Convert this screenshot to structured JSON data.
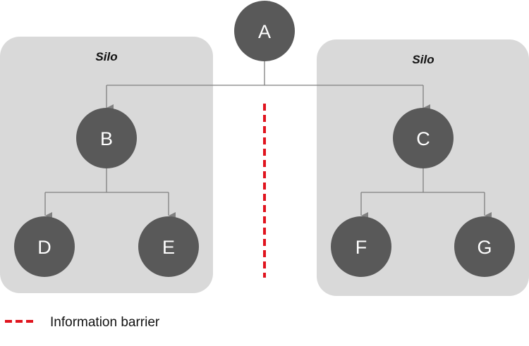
{
  "colors": {
    "silo_fill": "#d9d9d9",
    "node_fill": "#595959",
    "connector": "#808080",
    "barrier": "#e0141e"
  },
  "silos": [
    {
      "id": "left",
      "label": "Silo"
    },
    {
      "id": "right",
      "label": "Silo"
    }
  ],
  "nodes": [
    {
      "id": "A",
      "label": "A"
    },
    {
      "id": "B",
      "label": "B"
    },
    {
      "id": "C",
      "label": "C"
    },
    {
      "id": "D",
      "label": "D"
    },
    {
      "id": "E",
      "label": "E"
    },
    {
      "id": "F",
      "label": "F"
    },
    {
      "id": "G",
      "label": "G"
    }
  ],
  "edges": [
    {
      "from": "A",
      "to": "B"
    },
    {
      "from": "A",
      "to": "C"
    },
    {
      "from": "B",
      "to": "D"
    },
    {
      "from": "B",
      "to": "E"
    },
    {
      "from": "C",
      "to": "F"
    },
    {
      "from": "C",
      "to": "G"
    }
  ],
  "legend": {
    "items": [
      {
        "symbol": "red-dashed-line",
        "label": "Information barrier"
      }
    ]
  }
}
